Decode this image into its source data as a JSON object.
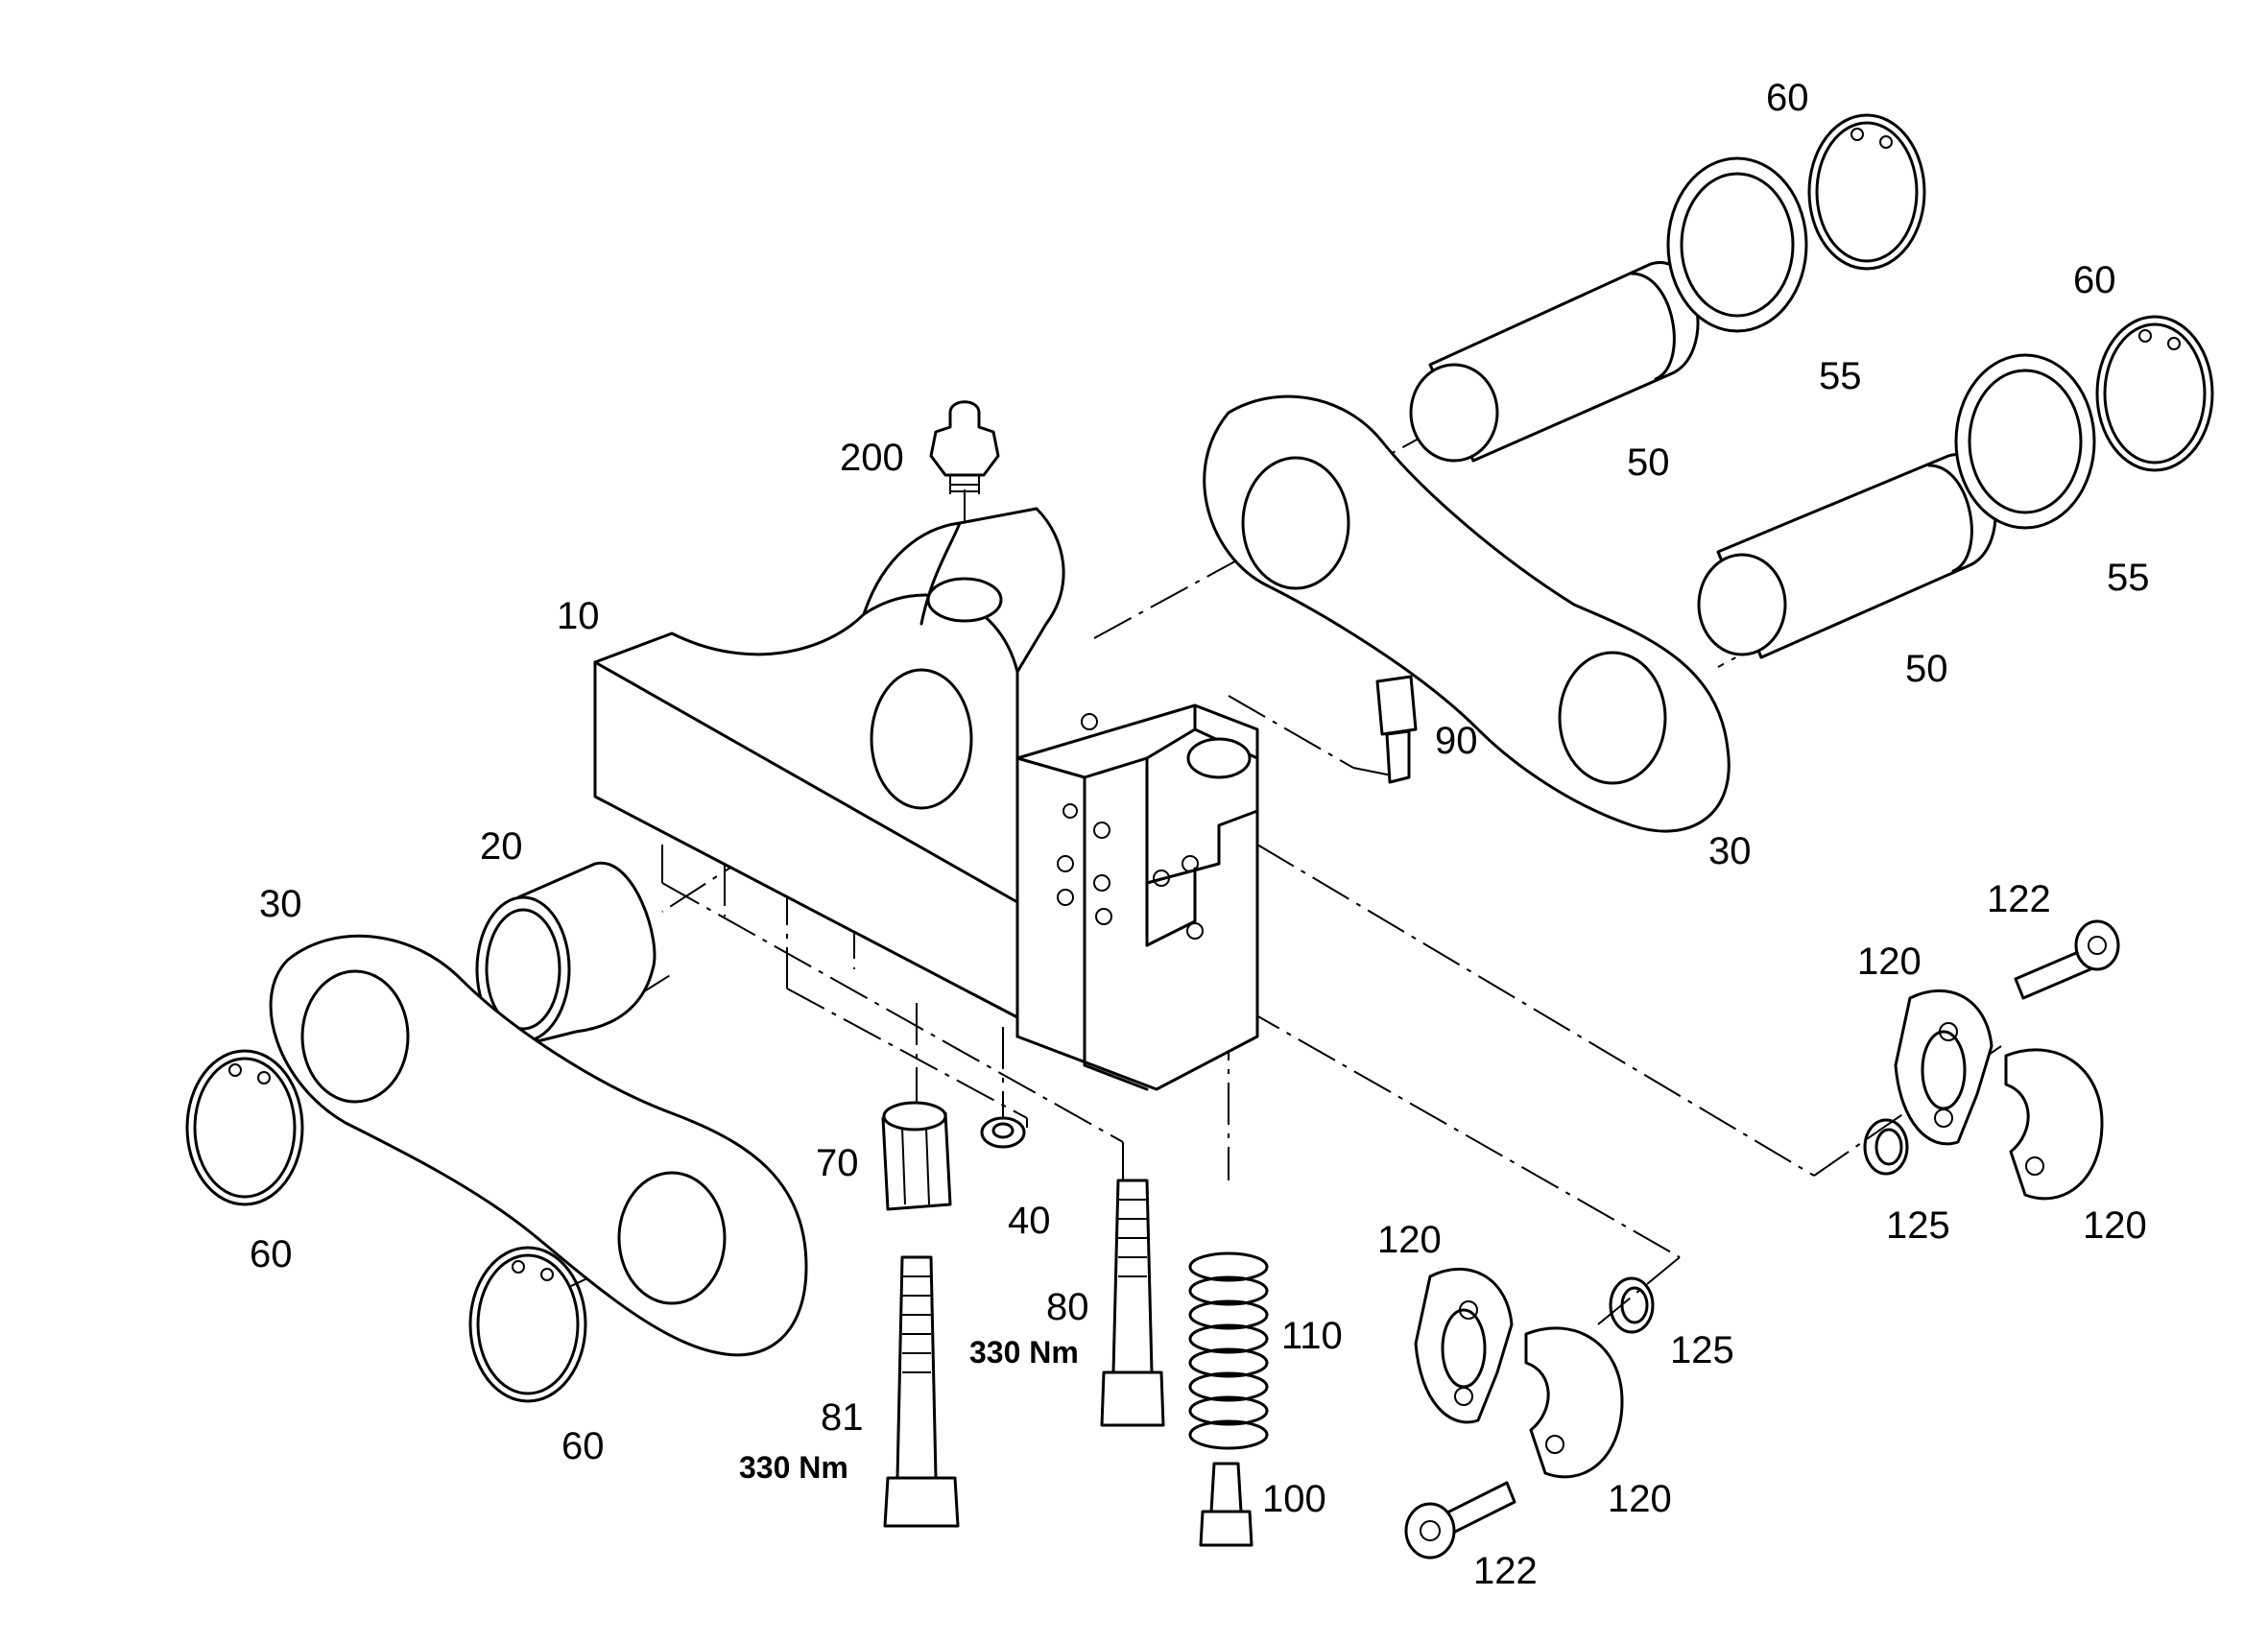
{
  "labels": {
    "p200": "200",
    "p10": "10",
    "p20": "20",
    "p30_left": "30",
    "p30_right": "30",
    "p40": "40",
    "p50_upper": "50",
    "p50_lower": "50",
    "p55_upper": "55",
    "p55_lower": "55",
    "p60_top": "60",
    "p60_right": "60",
    "p60_left": "60",
    "p60_bottom": "60",
    "p70": "70",
    "p80": "80",
    "p81": "81",
    "p90": "90",
    "p100": "100",
    "p110": "110",
    "p120_a": "120",
    "p120_b": "120",
    "p120_c": "120",
    "p120_d": "120",
    "p122_a": "122",
    "p122_b": "122",
    "p125_a": "125",
    "p125_b": "125"
  },
  "torques": {
    "t80": "330 Nm",
    "t81": "330 Nm"
  }
}
